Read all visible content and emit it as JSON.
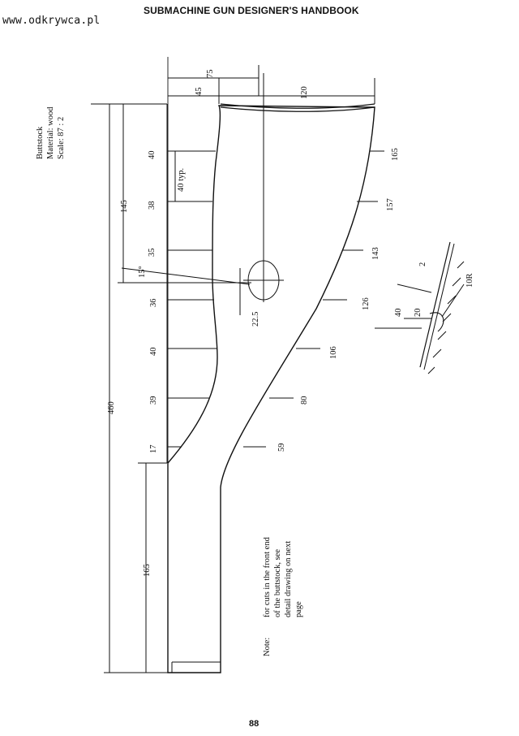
{
  "page": {
    "watermark": "www.odkrywca.pl",
    "header": "SUBMACHINE GUN DESIGNER'S HANDBOOK",
    "page_number": "88"
  },
  "drawing": {
    "title_block": [
      "Buttstock",
      "Material: wood",
      "Scale: 87 : 2"
    ],
    "note": [
      "Note:",
      "for cuts in the front end",
      "of the buttstock, see",
      "detail drawing on next",
      "page"
    ],
    "top_dims": {
      "d75": "75",
      "d45": "45",
      "d120": "120"
    },
    "left_widths": [
      "40",
      "38",
      "35",
      "36",
      "40",
      "39",
      "17"
    ],
    "right_widths": [
      "165",
      "157",
      "143",
      "126",
      "106",
      "80",
      "59"
    ],
    "long_dims": {
      "d145": "145",
      "d460": "460",
      "d165": "165"
    },
    "misc": {
      "typ": "40 typ.",
      "angle": "15°",
      "hole": "22.5"
    },
    "detail": {
      "d2": "2",
      "r10": "10R",
      "d40": "40",
      "d20": "20"
    }
  }
}
